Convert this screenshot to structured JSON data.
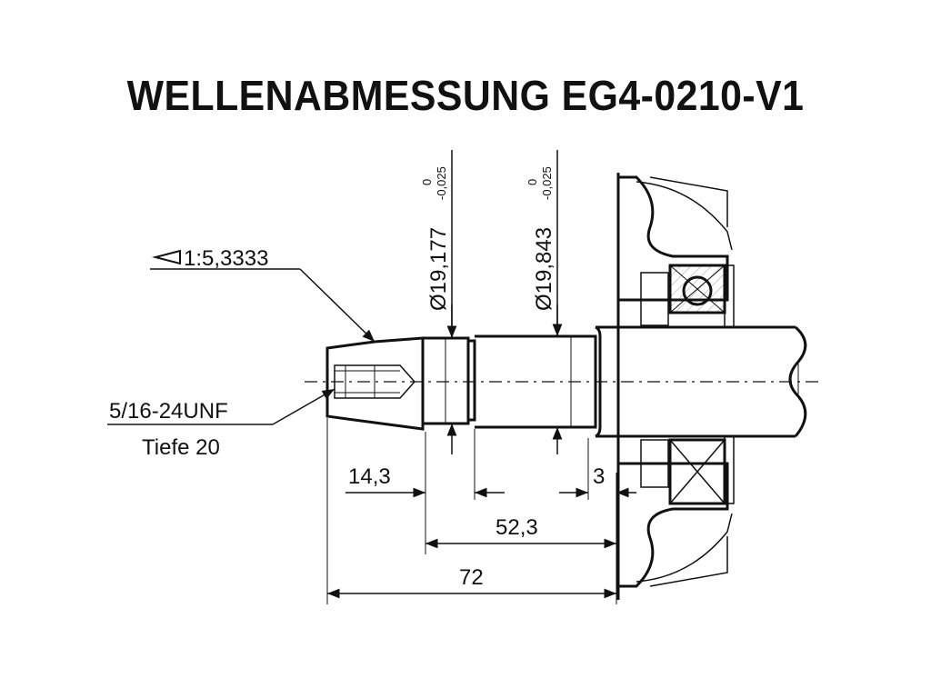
{
  "title": "WELLENABMESSUNG EG4-0210-V1",
  "annotations": {
    "taper": "1:5,3333",
    "thread": "5/16-24UNF",
    "thread_depth": "Tiefe 20",
    "diameter_1": "Ø19,177",
    "diameter_1_tol_upper": "0",
    "diameter_1_tol_lower": "-0,025",
    "diameter_2": "Ø19,843",
    "diameter_2_tol_upper": "0",
    "diameter_2_tol_lower": "-0,025"
  },
  "dimensions": {
    "d1": "14,3",
    "d2": "52,3",
    "d3": "72",
    "d4": "3"
  }
}
